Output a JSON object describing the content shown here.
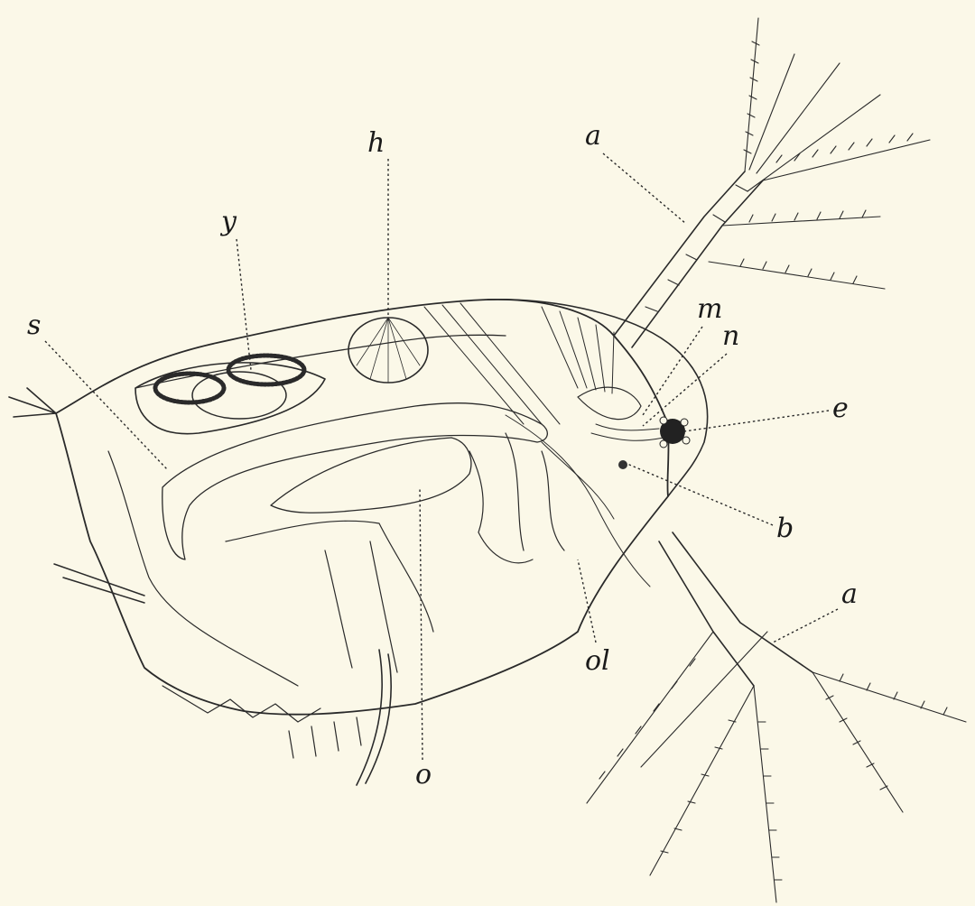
{
  "figure": {
    "labels": {
      "a_top": "a",
      "a_bottom": "a",
      "h": "h",
      "y": "y",
      "s": "s",
      "m": "m",
      "n": "n",
      "e": "e",
      "b": "b",
      "o": "o",
      "ol": "ol"
    },
    "colors": {
      "paper": "#fbf8e8",
      "ink": "#2a2a2a"
    }
  }
}
